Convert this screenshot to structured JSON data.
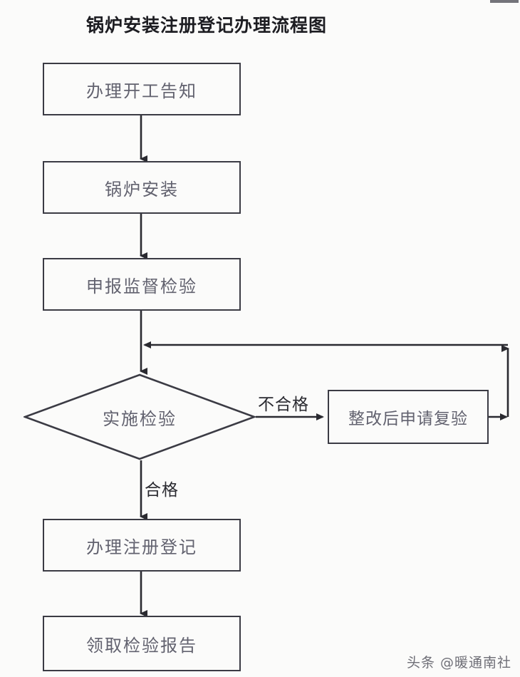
{
  "page": {
    "title": "锅炉安装注册登记办理流程图",
    "background_color": "#fbfbfa",
    "line_color": "#3b3b44",
    "node_text_color": "#62626f",
    "label_text_color": "#2a2a30"
  },
  "flowchart": {
    "type": "flowchart",
    "orientation": "top-to-bottom",
    "nodes": [
      {
        "id": "n1",
        "shape": "rect",
        "label": "办理开工告知"
      },
      {
        "id": "n2",
        "shape": "rect",
        "label": "锅炉安装"
      },
      {
        "id": "n3",
        "shape": "rect",
        "label": "申报监督检验"
      },
      {
        "id": "n4",
        "shape": "diamond",
        "label": "实施检验"
      },
      {
        "id": "n5",
        "shape": "rect",
        "label": "整改后申请复验"
      },
      {
        "id": "n6",
        "shape": "rect",
        "label": "办理注册登记"
      },
      {
        "id": "n7",
        "shape": "rect",
        "label": "领取检验报告"
      }
    ],
    "edges": [
      {
        "from": "n1",
        "to": "n2",
        "label": ""
      },
      {
        "from": "n2",
        "to": "n3",
        "label": ""
      },
      {
        "from": "n3",
        "to": "n4",
        "label": ""
      },
      {
        "from": "n4",
        "to": "n5",
        "label": "不合格"
      },
      {
        "from": "n4",
        "to": "n6",
        "label": "合格"
      },
      {
        "from": "n5",
        "to": "n4",
        "label": ""
      },
      {
        "from": "n6",
        "to": "n7",
        "label": ""
      }
    ],
    "edge_labels": {
      "fail": "不合格",
      "pass": "合格"
    }
  },
  "watermark": {
    "text": "头条 @暖通南社"
  }
}
